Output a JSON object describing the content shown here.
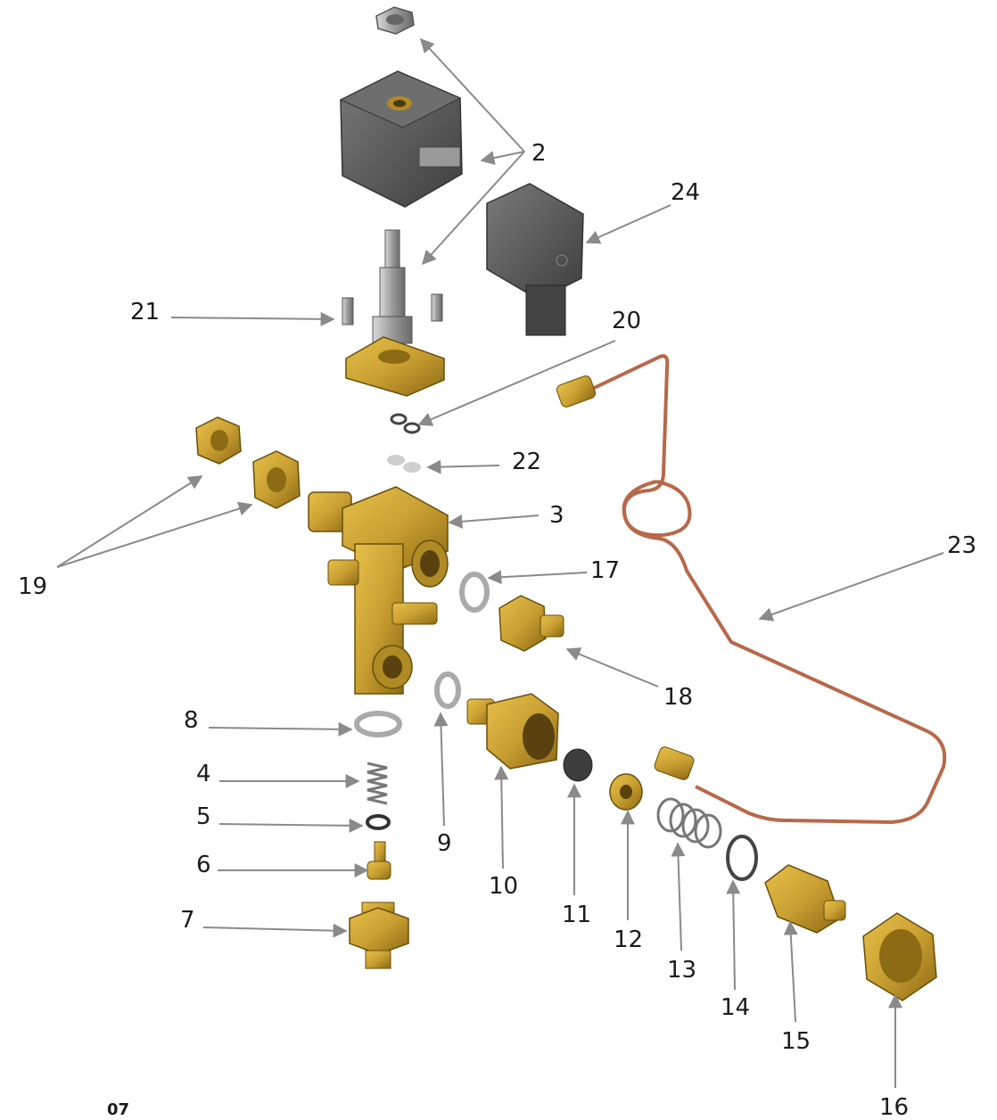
{
  "page_number": "07",
  "callouts": [
    {
      "id": "2",
      "label": "2"
    },
    {
      "id": "24",
      "label": "24"
    },
    {
      "id": "21",
      "label": "21"
    },
    {
      "id": "20",
      "label": "20"
    },
    {
      "id": "22",
      "label": "22"
    },
    {
      "id": "3",
      "label": "3"
    },
    {
      "id": "19",
      "label": "19"
    },
    {
      "id": "23",
      "label": "23"
    },
    {
      "id": "17",
      "label": "17"
    },
    {
      "id": "18",
      "label": "18"
    },
    {
      "id": "8",
      "label": "8"
    },
    {
      "id": "4",
      "label": "4"
    },
    {
      "id": "5",
      "label": "5"
    },
    {
      "id": "6",
      "label": "6"
    },
    {
      "id": "7",
      "label": "7"
    },
    {
      "id": "9",
      "label": "9"
    },
    {
      "id": "10",
      "label": "10"
    },
    {
      "id": "11",
      "label": "11"
    },
    {
      "id": "12",
      "label": "12"
    },
    {
      "id": "13",
      "label": "13"
    },
    {
      "id": "14",
      "label": "14"
    },
    {
      "id": "15",
      "label": "15"
    },
    {
      "id": "16",
      "label": "16"
    }
  ],
  "colors": {
    "brass": "#c9a032",
    "brass_dark": "#8d6a14",
    "coil_grey": "#5a5a5a",
    "copper": "#b8684a",
    "steel": "#9a9a9a",
    "leader": "#8a8a8a"
  }
}
